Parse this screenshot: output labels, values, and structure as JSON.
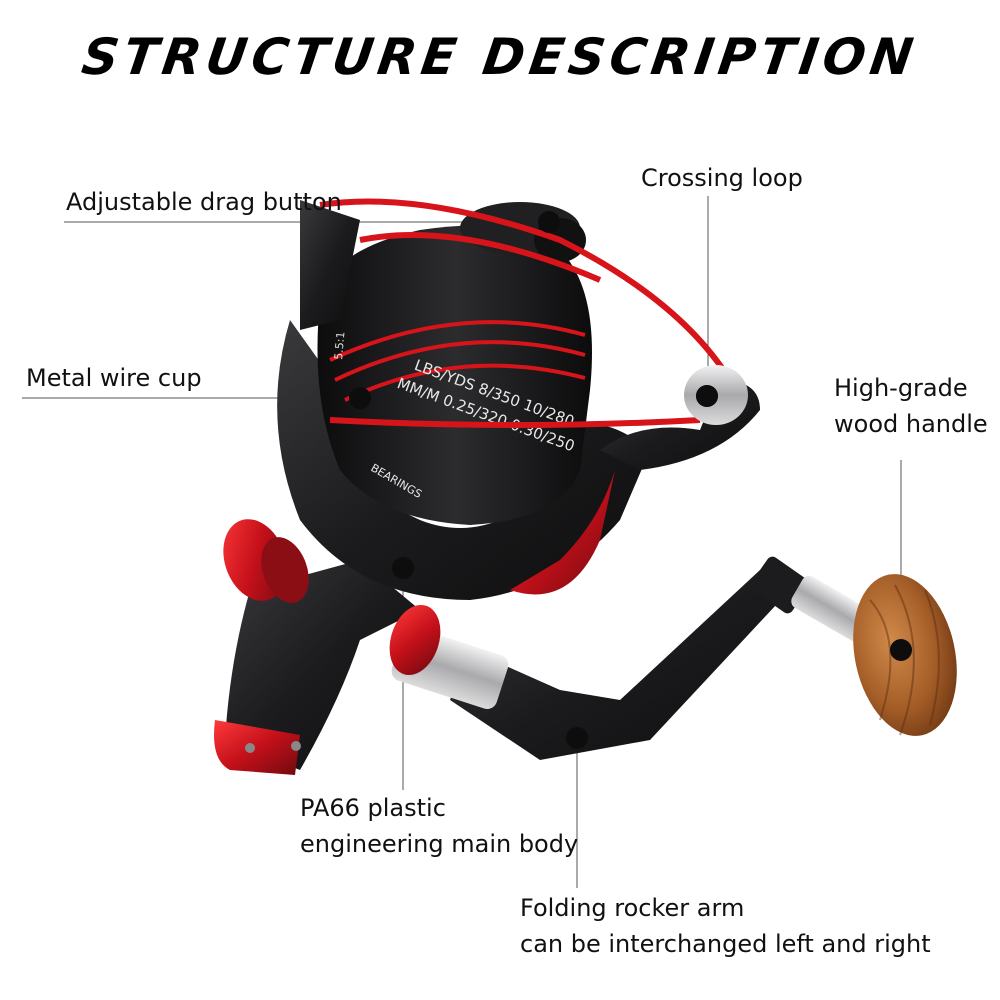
{
  "title": "STRUCTURE  DESCRIPTION",
  "labels": {
    "drag_button": "Adjustable drag button",
    "crossing_loop": "Crossing loop",
    "metal_cup": "Metal wire cup",
    "wood_handle_1": "High-grade",
    "wood_handle_2": "wood handle",
    "body_1": "PA66 plastic",
    "body_2": "engineering main body",
    "rocker_1": "Folding rocker arm",
    "rocker_2": "can be interchanged left and right"
  },
  "spool_text": {
    "line1": "LBS/YDS  8/350  10/280",
    "line2": "MM/M  0.25/320  0.30/250",
    "ratio": "5.5:1",
    "bearings": "BEARINGS"
  },
  "colors": {
    "accent_red": "#d8141b",
    "body_black": "#1c1c1e",
    "wood": "#a8642c"
  }
}
